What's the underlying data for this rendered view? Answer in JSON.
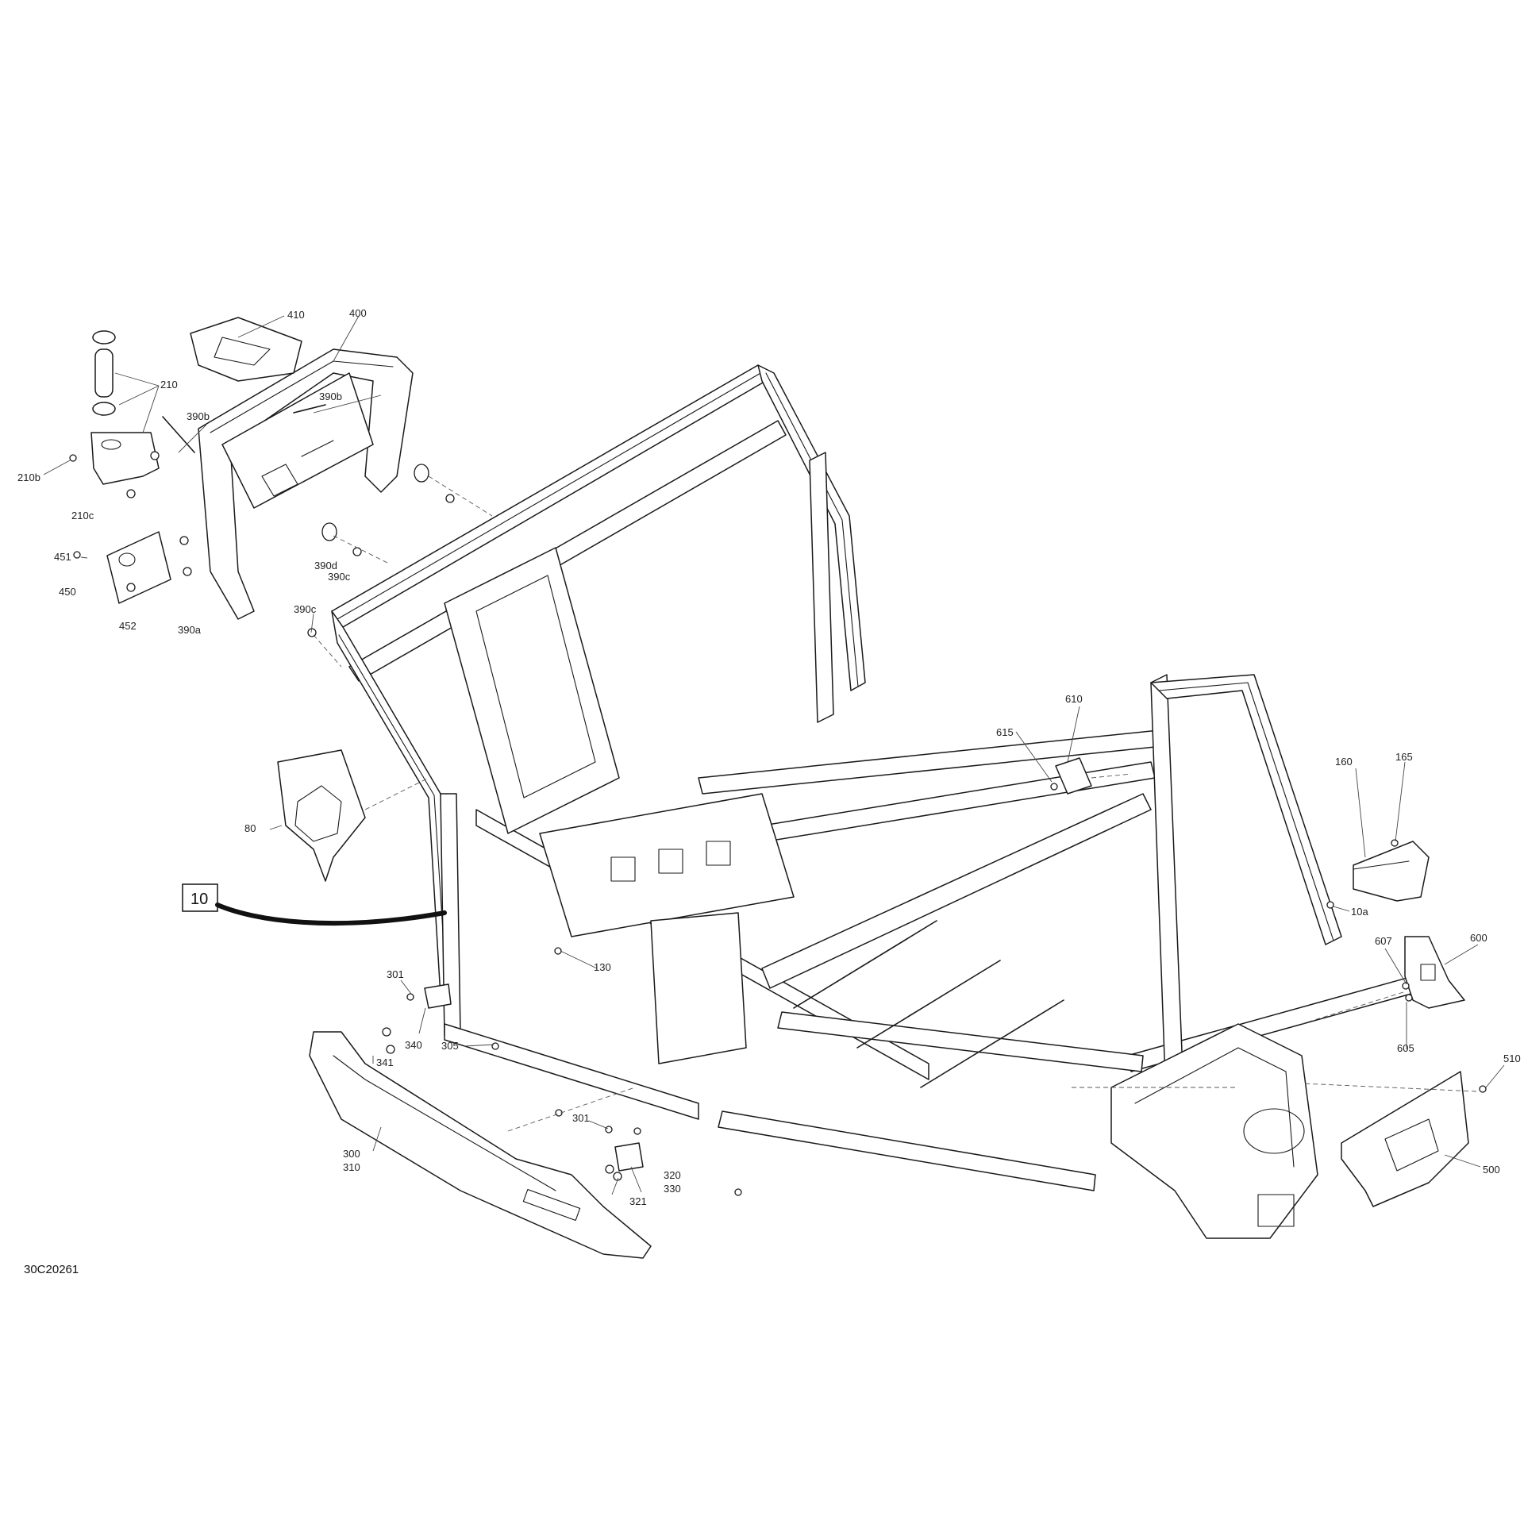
{
  "diagram": {
    "drawing_code": "30C20261",
    "reference_box": "10",
    "callouts": {
      "c410": "410",
      "c400": "400",
      "c210": "210",
      "c390b_1": "390b",
      "c390b_2": "390b",
      "c210b": "210b",
      "c210c": "210c",
      "c451": "451",
      "c450": "450",
      "c452": "452",
      "c390d": "390d",
      "c390c_1": "390c",
      "c390c_2": "390c",
      "c390a": "390a",
      "c80": "80",
      "c610": "610",
      "c615": "615",
      "c160": "160",
      "c165": "165",
      "c10a": "10a",
      "c607": "607",
      "c600": "600",
      "c605": "605",
      "c510": "510",
      "c500": "500",
      "c130": "130",
      "c301_1": "301",
      "c301_2": "301",
      "c340": "340",
      "c341": "341",
      "c305": "305",
      "c300": "300",
      "c310": "310",
      "c320": "320",
      "c330": "330",
      "c321": "321"
    }
  }
}
